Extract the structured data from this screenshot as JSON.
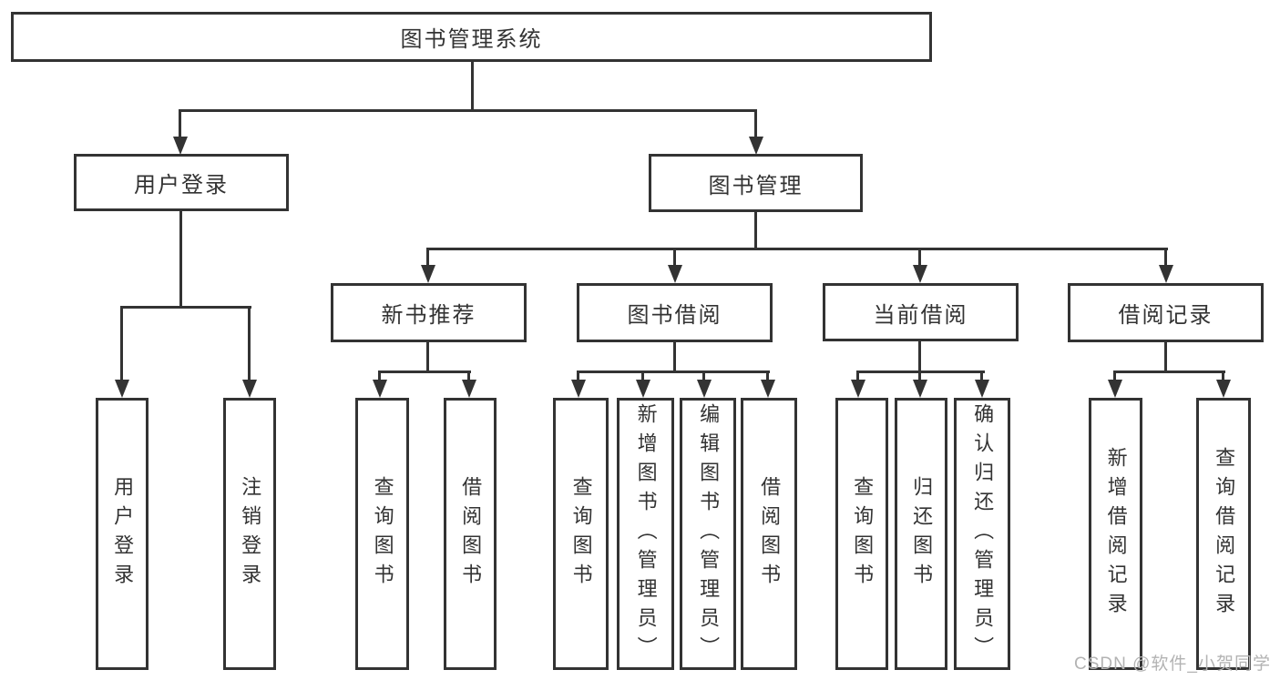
{
  "diagram_title": "图书管理系统",
  "tree": {
    "label": "图书管理系统",
    "children": [
      {
        "label": "用户登录",
        "children": [
          {
            "label": "用户登录"
          },
          {
            "label": "注销登录"
          }
        ]
      },
      {
        "label": "图书管理",
        "children": [
          {
            "label": "新书推荐",
            "children": [
              {
                "label": "查询图书"
              },
              {
                "label": "借阅图书"
              }
            ]
          },
          {
            "label": "图书借阅",
            "children": [
              {
                "label": "查询图书"
              },
              {
                "label": "新增图书（管理员）"
              },
              {
                "label": "编辑图书（管理员）"
              },
              {
                "label": "借阅图书"
              }
            ]
          },
          {
            "label": "当前借阅",
            "children": [
              {
                "label": "查询图书"
              },
              {
                "label": "归还图书"
              },
              {
                "label": "确认归还（管理员）"
              }
            ]
          },
          {
            "label": "借阅记录",
            "children": [
              {
                "label": "新增借阅记录"
              },
              {
                "label": "查询借阅记录"
              }
            ]
          }
        ]
      }
    ]
  },
  "watermark": {
    "text": "CSDN @软件_小贺同学"
  },
  "colors": {
    "line": "#333333",
    "text": "#333333",
    "watermark": "#b3b3b3",
    "background": "#ffffff"
  }
}
